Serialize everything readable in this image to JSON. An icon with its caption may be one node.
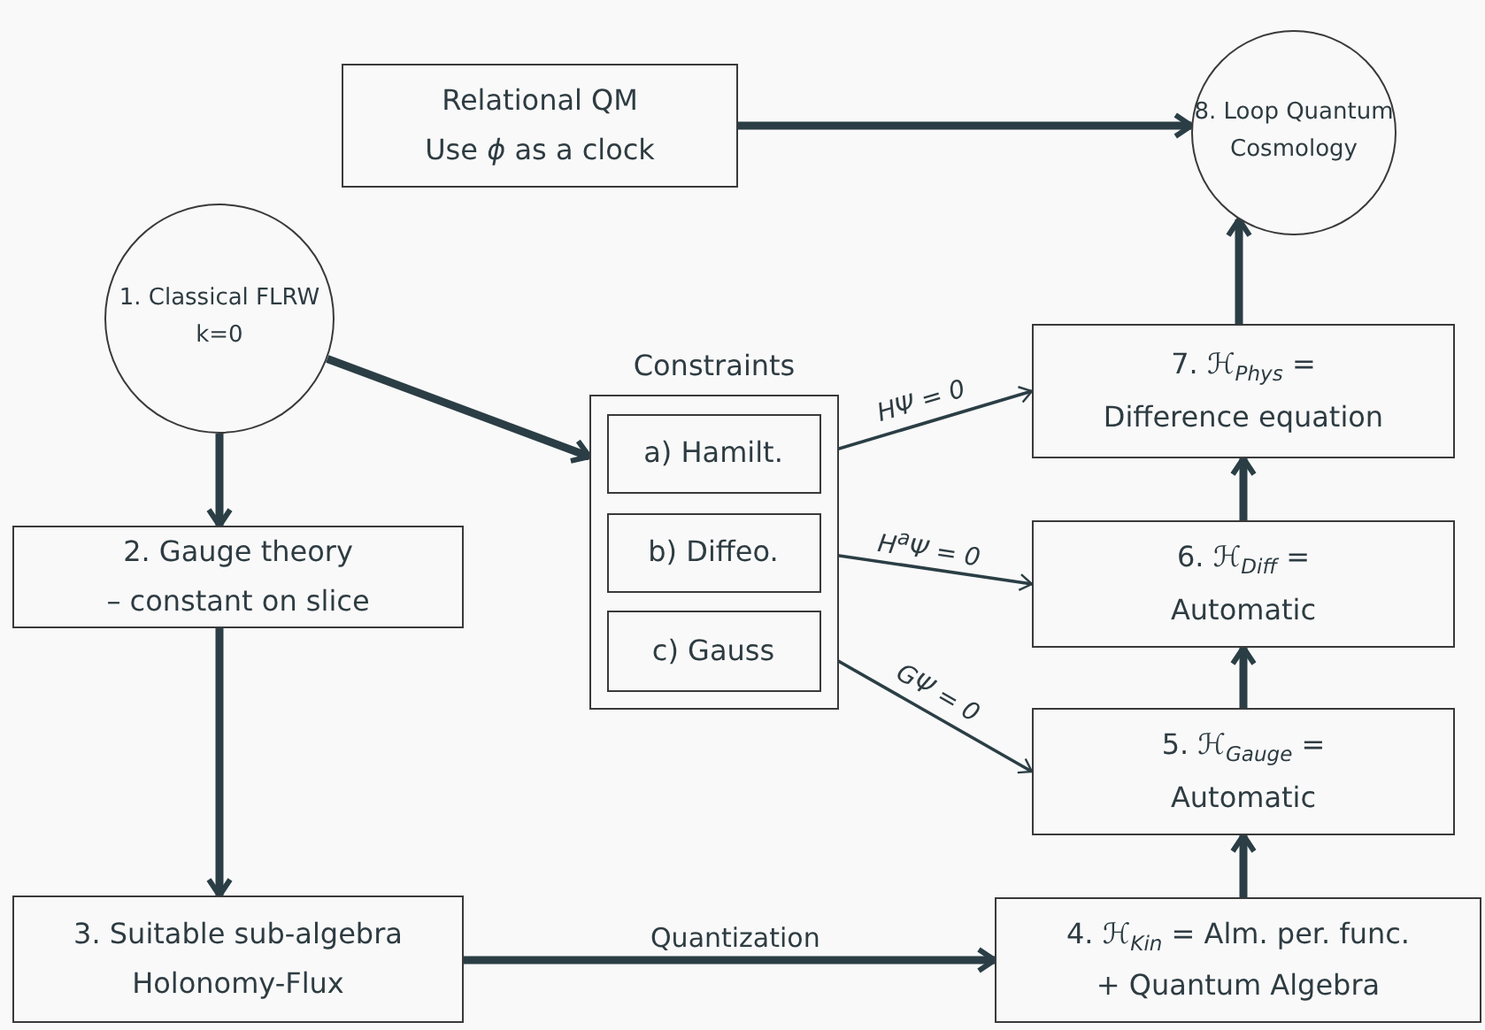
{
  "diagram": {
    "nodes": [
      {
        "text": [
          "Relational QM",
          "Use *ϕ* as a clock"
        ]
      },
      {
        "text": [
          "1. Classical FLRW k=0"
        ]
      },
      {
        "text": [
          "8. Loop Quantum Cosmology"
        ]
      },
      {
        "text": [
          "Constraints"
        ]
      },
      {
        "text": [
          "a) Hamilt."
        ],
        "in": 3
      },
      {
        "text": [
          "b) Diffeo."
        ],
        "in": 3
      },
      {
        "text": [
          "c) Gauss"
        ],
        "in": 3
      },
      {
        "text": [
          "7. ℋ$_{Phys}$ =",
          "Difference equation"
        ]
      },
      {
        "text": [
          "2. Gauge theory",
          "– constant on slice"
        ]
      },
      {
        "text": [
          "6. ℋ$_{Diff}$ =",
          "Automatic"
        ]
      },
      {
        "text": [
          "5. ℋ$_{Gauge}$ =",
          "Automatic"
        ]
      },
      {
        "text": [
          "3. Suitable sub-algebra",
          "Holonomy-Flux"
        ]
      },
      {
        "text": [
          "4. ℋ$_{Kin}$ = Alm. per. func.",
          "+ Quantum Algebra"
        ]
      }
    ],
    "edges": [
      {
        "from": 0,
        "to": 2,
        "arrow": "to"
      },
      {
        "from": 1,
        "to": 3,
        "arrow": "to"
      },
      {
        "from": 1,
        "to": 8,
        "arrow": "to"
      },
      {
        "from": 8,
        "to": 11,
        "arrow": "to"
      },
      {
        "from": 11,
        "to": 12,
        "arrow": "to",
        "label": "Quantization"
      },
      {
        "from": 12,
        "to": 10,
        "arrow": "to"
      },
      {
        "from": 10,
        "to": 9,
        "arrow": "to"
      },
      {
        "from": 9,
        "to": 7,
        "arrow": "to"
      },
      {
        "from": 7,
        "to": 2,
        "arrow": "to"
      },
      {
        "from": 4,
        "to": 7,
        "arrow": "to",
        "label": "HΨ = 0"
      },
      {
        "from": 5,
        "to": 9,
        "arrow": "to",
        "label": "H$^{a}$Ψ = 0"
      },
      {
        "from": 6,
        "to": 10,
        "arrow": "to",
        "label": "GΨ = 0"
      }
    ]
  }
}
